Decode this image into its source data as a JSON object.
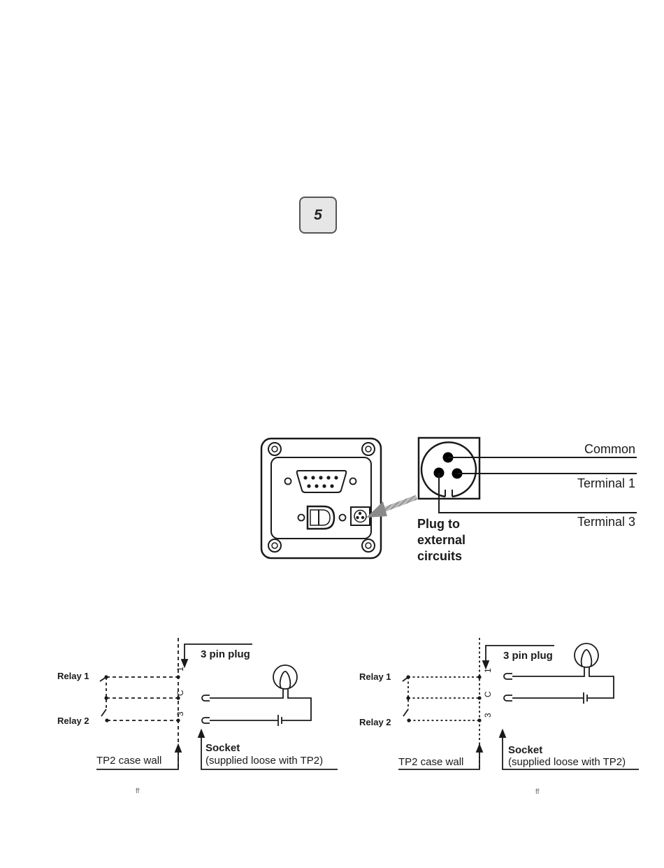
{
  "page": {
    "number": "5"
  },
  "connector_figure": {
    "wires": {
      "common": "Common",
      "terminal_1": "Terminal 1",
      "terminal_3": "Terminal 3"
    },
    "plug_caption": [
      "Plug to",
      "external",
      "circuits"
    ]
  },
  "wiring_diagrams": [
    {
      "plug_label": "3 pin plug",
      "relay_1": "Relay 1",
      "relay_2": "Relay 2",
      "pins": [
        "1",
        "C",
        "3"
      ],
      "case_wall": "TP2 case wall",
      "socket_title": "Socket",
      "socket_note": "(supplied loose with TP2)",
      "footnote": "ff"
    },
    {
      "plug_label": "3 pin plug",
      "relay_1": "Relay 1",
      "relay_2": "Relay 2",
      "pins": [
        "1",
        "C",
        "3"
      ],
      "case_wall": "TP2 case wall",
      "socket_title": "Socket",
      "socket_note": "(supplied loose with TP2)",
      "footnote": "ff"
    }
  ]
}
